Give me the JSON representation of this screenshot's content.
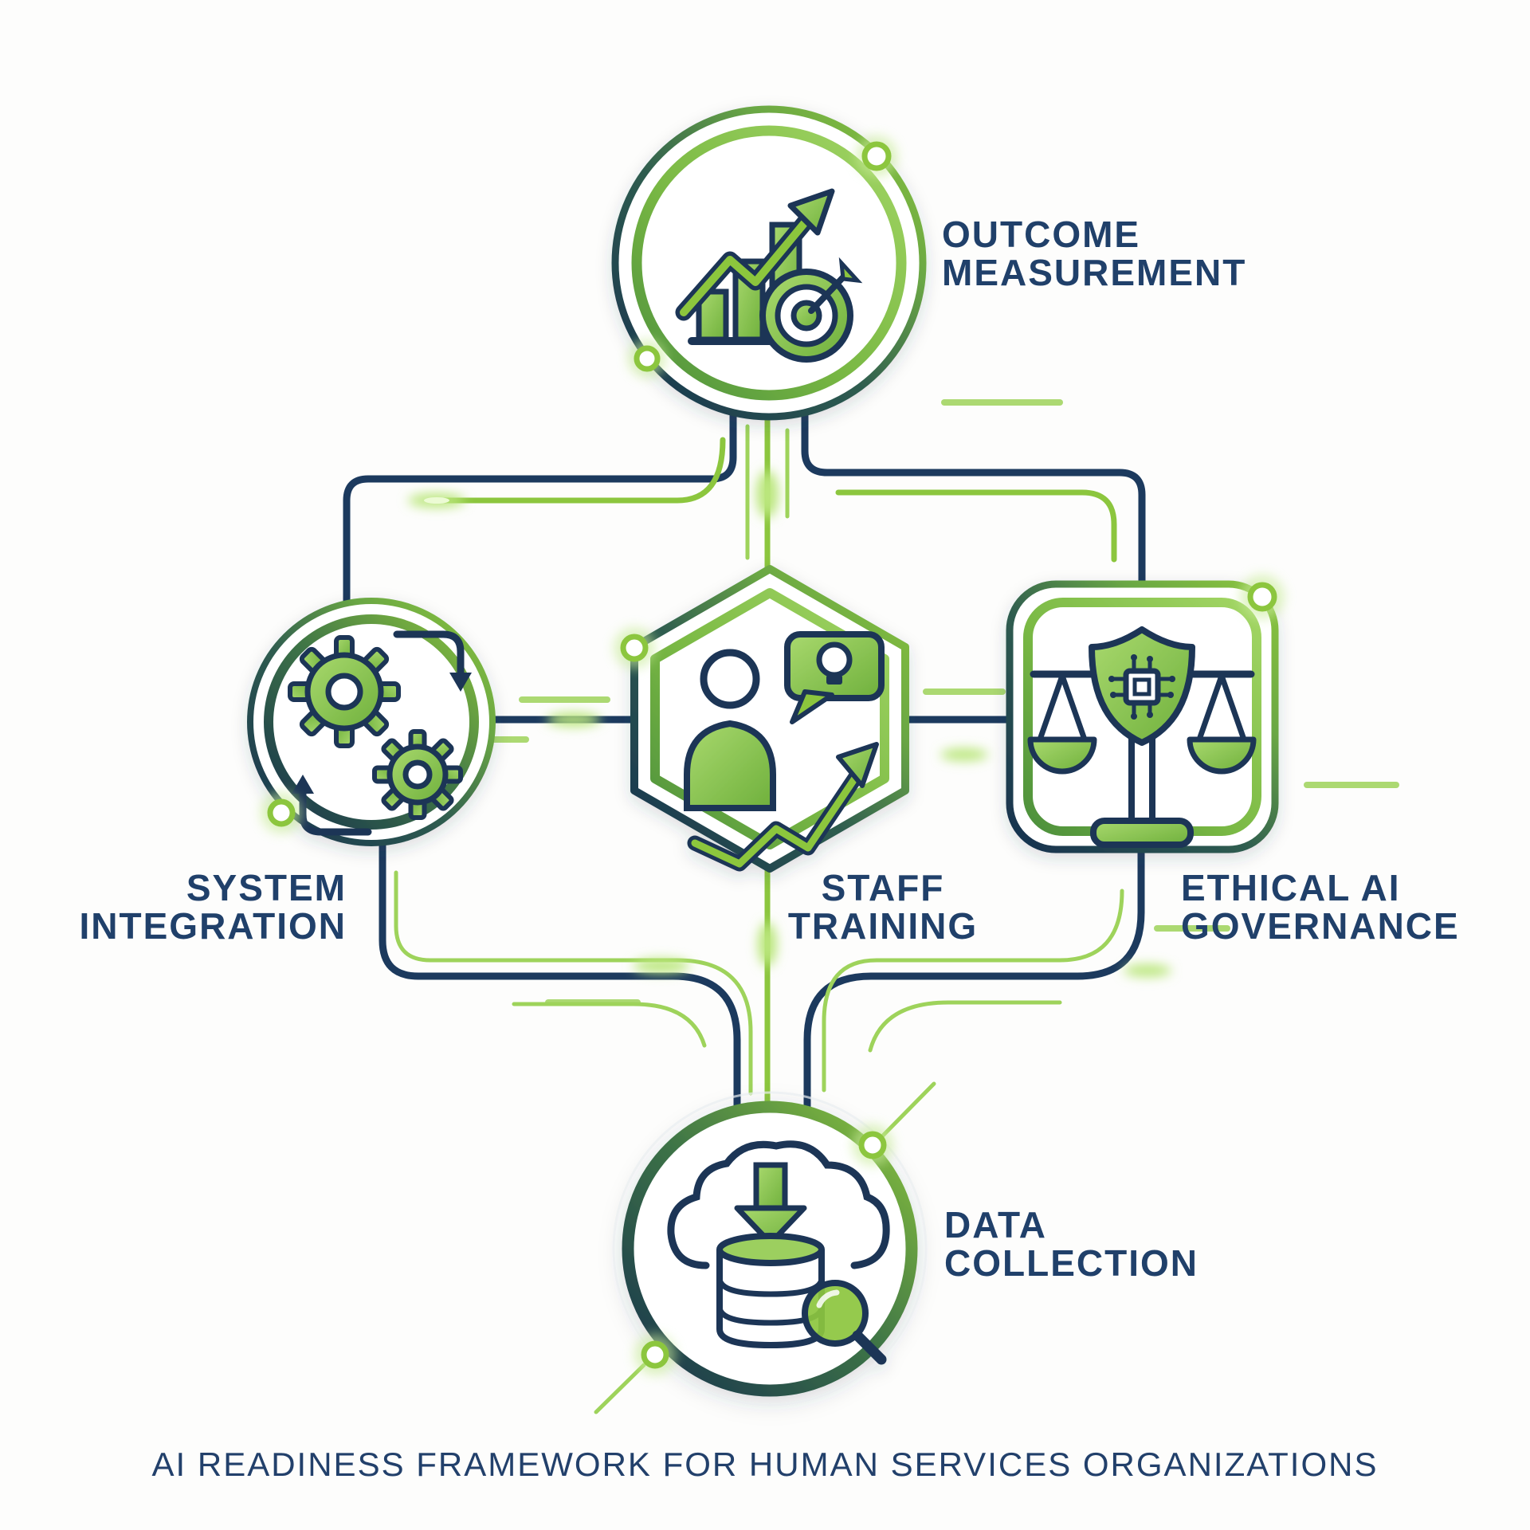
{
  "title": {
    "text": "AI READINESS FRAMEWORK FOR HUMAN SERVICES ORGANIZATIONS"
  },
  "nodes": {
    "outcome": {
      "line1": "OUTCOME",
      "line2": "MEASUREMENT",
      "shape": "circle",
      "icon": "growth-chart-target-icon"
    },
    "system": {
      "line1": "SYSTEM",
      "line2": "INTEGRATION",
      "shape": "circle",
      "icon": "gears-sync-icon"
    },
    "staff": {
      "line1": "STAFF",
      "line2": "TRAINING",
      "shape": "hexagon",
      "icon": "person-idea-growth-icon"
    },
    "ethics": {
      "line1": "ETHICAL AI",
      "line2": "GOVERNANCE",
      "shape": "rounded-square",
      "icon": "shield-chip-scales-icon"
    },
    "data": {
      "line1": "DATA",
      "line2": "COLLECTION",
      "shape": "circle",
      "icon": "cloud-database-search-icon"
    }
  },
  "palette": {
    "navy_line": "#1c3a5e",
    "navy_text": "#20406a",
    "green": "#8cc63e",
    "green_dark": "#57963a",
    "green_glow": "#bce77f",
    "background": "#fdfdfc"
  }
}
